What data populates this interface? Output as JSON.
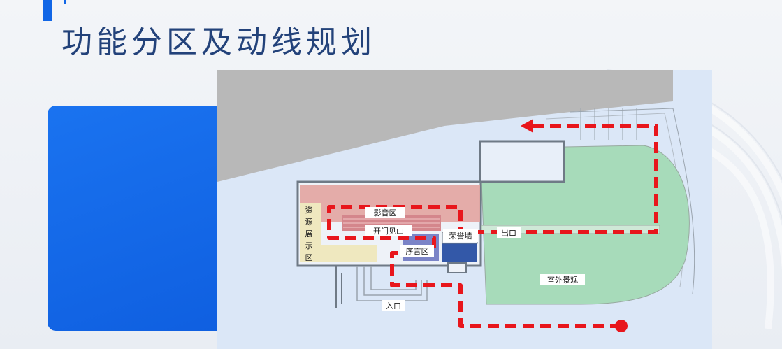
{
  "title": "功能分区及动线规划",
  "labels": {
    "resource_zone": "资源展示区",
    "av_zone": "影音区",
    "mountain_zone": "开门见山",
    "honor_wall": "荣誉墙",
    "preface_zone": "序言区",
    "exit": "出口",
    "entrance": "入口",
    "outdoor": "室外景观"
  },
  "colors": {
    "title": "#23427a",
    "accent_blue": "#1166e6",
    "route": "#e8161c",
    "av_zone": "#e2a4a0",
    "resource_zone": "#efe8bf",
    "preface_zone": "#7b84c7",
    "honor_wall": "#3358a8",
    "outdoor": "#a7dbba",
    "gray_building": "#b8b8b8",
    "site": "#dbe7f7"
  }
}
